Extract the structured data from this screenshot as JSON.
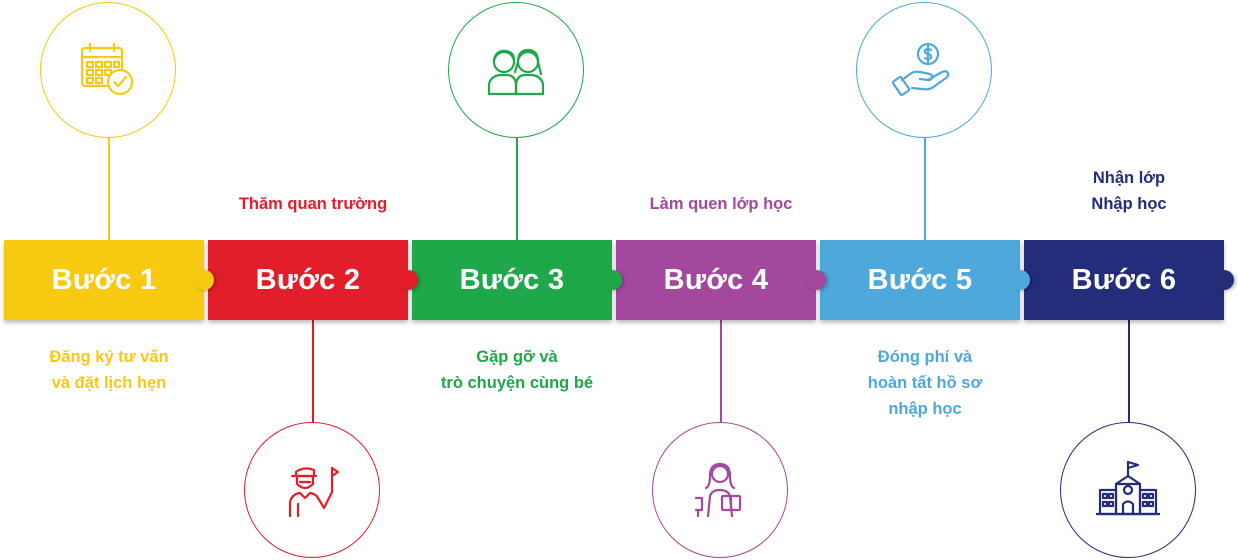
{
  "colors": {
    "yellow": "#F7C911",
    "red": "#E31E2B",
    "green": "#1FA84A",
    "purple": "#A3489D",
    "blue": "#4FA8DC",
    "navy": "#232D7A"
  },
  "steps": [
    {
      "label": "Bước 1",
      "desc": [
        "Đăng ký tư vấn",
        "và đặt lịch hẹn"
      ],
      "icon": "calendar-check-icon",
      "color": "#F7C911"
    },
    {
      "label": "Bước 2",
      "desc": [
        "Thăm quan trường"
      ],
      "icon": "student-flag-icon",
      "color": "#E31E2B"
    },
    {
      "label": "Bước 3",
      "desc": [
        "Gặp gỡ và",
        "trò chuyện cùng bé"
      ],
      "icon": "two-children-icon",
      "color": "#1FA84A"
    },
    {
      "label": "Bước 4",
      "desc": [
        "Làm quen lớp học"
      ],
      "icon": "girl-reading-icon",
      "color": "#A3489D"
    },
    {
      "label": "Bước 5",
      "desc": [
        "Đóng phí và",
        "hoàn tất hồ sơ",
        "nhập học"
      ],
      "icon": "hand-coin-icon",
      "color": "#4FA8DC"
    },
    {
      "label": "Bước 6",
      "desc": [
        "Nhận lớp",
        "Nhập học"
      ],
      "icon": "school-building-icon",
      "color": "#232D7A"
    }
  ]
}
